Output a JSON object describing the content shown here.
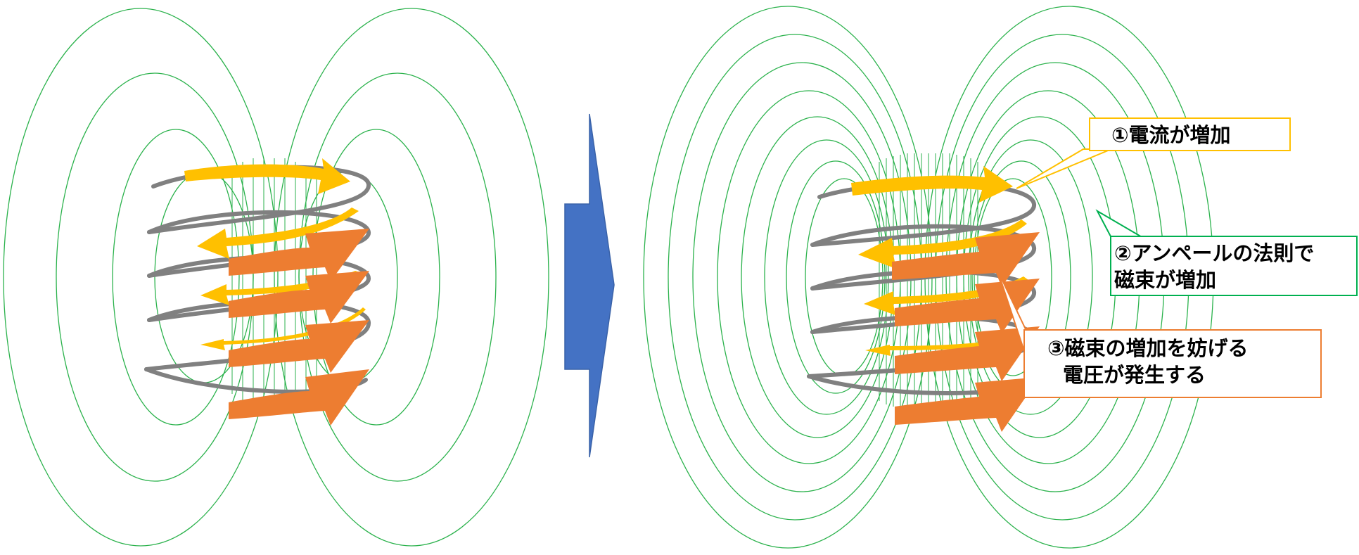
{
  "colors": {
    "field_line": "#2bb24c",
    "coil": "#808080",
    "current_arrow": "#ffc000",
    "flux_arrow": "#ed7d31",
    "transition_arrow": "#4472c4",
    "callout_1_border": "#ffc000",
    "callout_2_border": "#00b050",
    "callout_3_border": "#ed7d31"
  },
  "callouts": {
    "current_increase": "①電流が増加",
    "ampere_line1": "②アンペールの法則で",
    "ampere_line2": "磁束が増加",
    "emf_line1": "③磁束の増加を妨げる",
    "emf_line2": "電圧が発生する"
  },
  "icons": {
    "transition": "right-arrow-icon"
  }
}
